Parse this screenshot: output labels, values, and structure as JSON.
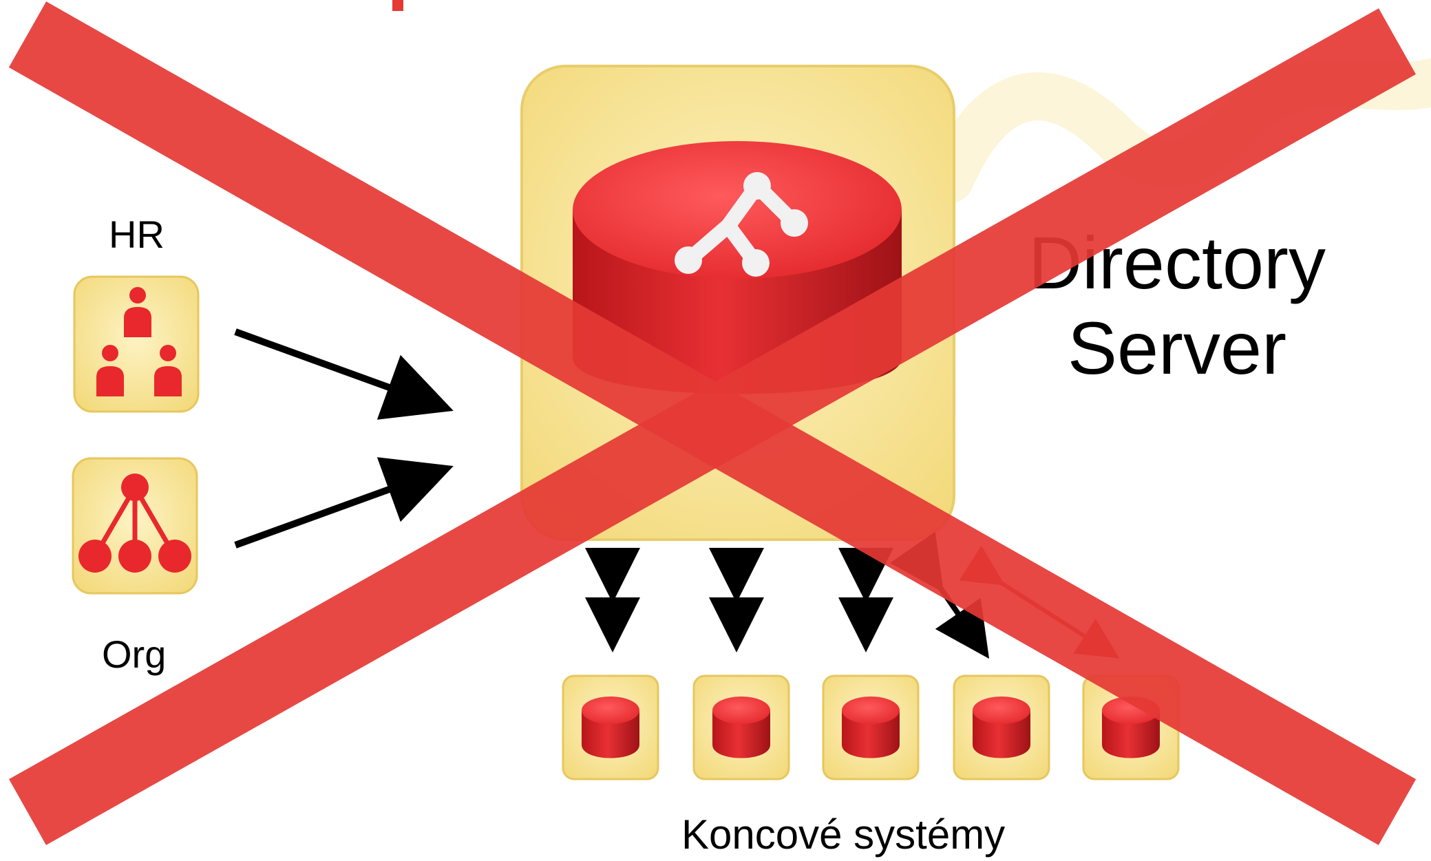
{
  "labels": {
    "hr": "HR",
    "org": "Org",
    "directory_line1": "Directory",
    "directory_line2": "Server",
    "end_systems": "Koncové systémy"
  },
  "colors": {
    "tile_yellow": "#f8e79a",
    "db_red": "#e8282c",
    "cross_red": "#e53935",
    "arrow": "#000000"
  },
  "icons": {
    "hr": "org-people-icon",
    "org": "org-tree-icon",
    "directory": "directory-tree-icon",
    "end_system": "database-icon"
  },
  "end_system_count": 5,
  "crossed_out": true
}
